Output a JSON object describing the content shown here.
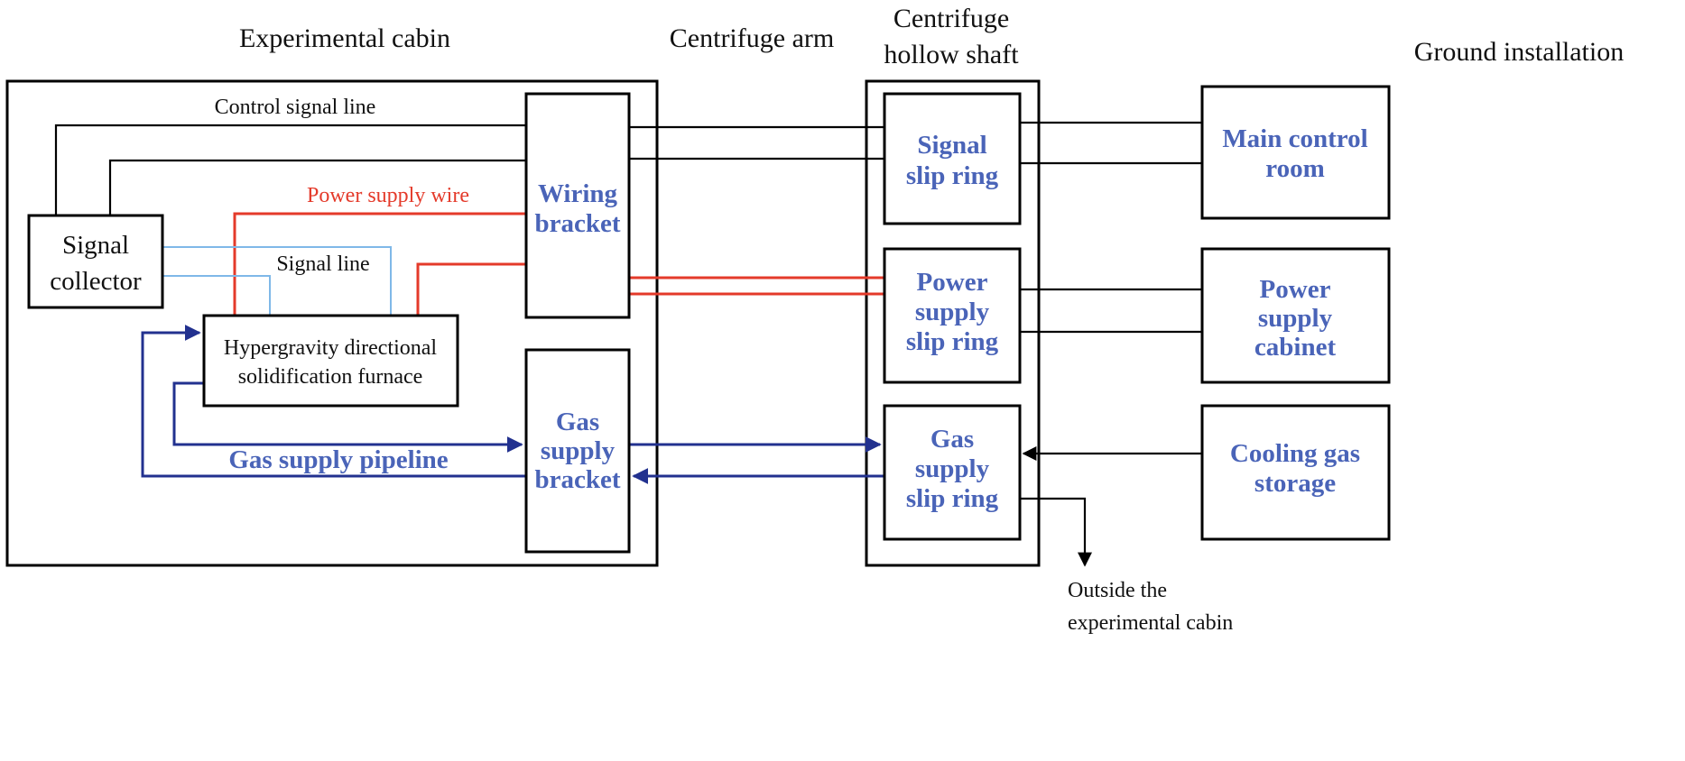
{
  "headers": {
    "experimental_cabin": "Experimental cabin",
    "centrifuge_arm": "Centrifuge arm",
    "hollow_shaft_line1": "Centrifuge",
    "hollow_shaft_line2": "hollow shaft",
    "ground_installation": "Ground installation"
  },
  "line_labels": {
    "control_signal_line": "Control signal line",
    "power_supply_wire": "Power supply wire",
    "signal_line": "Signal line",
    "gas_supply_pipeline": "Gas supply pipeline"
  },
  "boxes": {
    "signal_collector": [
      "Signal",
      "collector"
    ],
    "furnace": [
      "Hypergravity directional",
      "solidification furnace"
    ],
    "wiring_bracket": [
      "Wiring",
      "bracket"
    ],
    "gas_supply_bracket": [
      "Gas",
      "supply",
      "bracket"
    ],
    "signal_slip_ring": [
      "Signal",
      "slip ring"
    ],
    "power_supply_slip_ring": [
      "Power",
      "supply",
      "slip ring"
    ],
    "gas_supply_slip_ring": [
      "Gas",
      "supply",
      "slip ring"
    ],
    "main_control_room": [
      "Main control",
      "room"
    ],
    "power_supply_cabinet": [
      "Power",
      "supply",
      "cabinet"
    ],
    "cooling_gas_storage": [
      "Cooling gas",
      "storage"
    ]
  },
  "exit_label": [
    "Outside the",
    "experimental cabin"
  ],
  "colors": {
    "box_text_blue": "#4a64b8",
    "power_wire_red": "#e43a2a",
    "signal_line_light_blue": "#7fb8e8",
    "gas_pipe_dark_blue": "#22318f",
    "outline": "#000000"
  }
}
